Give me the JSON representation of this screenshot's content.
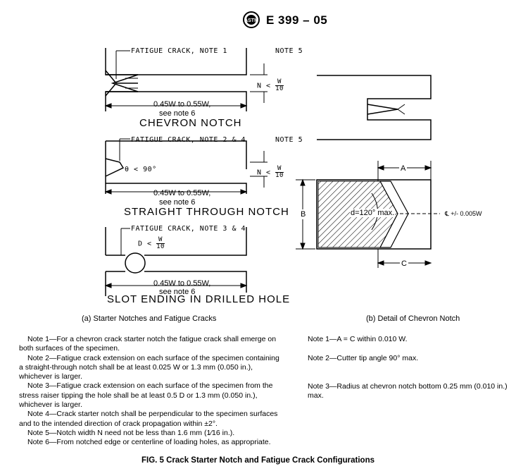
{
  "header": {
    "designation": "E 399 – 05"
  },
  "left_figure": {
    "chevron": {
      "fatigue": "FATIGUE CRACK, NOTE 1",
      "note5": "NOTE 5",
      "n_label": "N <",
      "w": "W",
      "ten": "10",
      "dim": "0.45W to 0.55W,",
      "see": "see note 6",
      "caption": "CHEVRON NOTCH"
    },
    "straight": {
      "fatigue": "FATIGUE CRACK, NOTE 2 & 4",
      "note5": "NOTE 5",
      "theta": "θ < 90°",
      "n_label": "N <",
      "w": "W",
      "ten": "10",
      "dim": "0.45W to 0.55W,",
      "see": "see note 6",
      "caption": "STRAIGHT THROUGH NOTCH"
    },
    "slot": {
      "fatigue": "FATIGUE CRACK, NOTE 3 & 4",
      "d_label": "D <",
      "w": "W",
      "ten": "10",
      "dim": "0.45W to 0.55W,",
      "see": "see note 6",
      "caption": "SLOT ENDING IN DRILLED HOLE"
    },
    "subcaption": "(a) Starter Notches and Fatigue Cracks"
  },
  "right_figure": {
    "a_label": "A",
    "b_label": "B",
    "c_label": "C",
    "d_label": "d=120° max.",
    "cl_label": "℄ +/- 0.005W",
    "subcaption": "(b) Detail of Chevron Notch"
  },
  "notes_left": [
    "Note 1—For a chevron crack starter notch the fatigue crack shall emerge on both surfaces of the specimen.",
    "Note 2—Fatigue crack extension on each surface of the specimen containing a straight-through notch shall be at least 0.025 W or 1.3 mm (0.050 in.), whichever is larger.",
    "Note 3—Fatigue crack extension on each surface of the specimen from the stress raiser tipping the hole shall be at least 0.5 D or 1.3 mm (0.050 in.), whichever is larger.",
    "Note 4—Crack starter notch shall be perpendicular to the specimen surfaces and to the intended direction of crack propagation within ±2°.",
    "Note 5—Notch width N need not be less than 1.6 mm (1⁄16 in.).",
    "Note 6—From notched edge or centerline of loading holes, as appropriate."
  ],
  "notes_right": [
    "Note 1—A = C within 0.010 W.",
    "Note 2—Cutter tip angle 90° max.",
    "Note 3—Radius at chevron notch bottom 0.25 mm (0.010 in.) max."
  ],
  "figure_caption": "FIG. 5 Crack Starter Notch and Fatigue Crack Configurations"
}
